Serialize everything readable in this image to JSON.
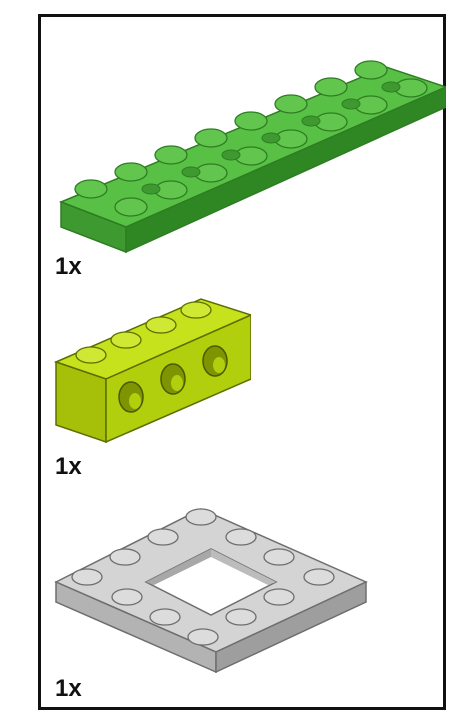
{
  "parts": [
    {
      "name": "green-technic-plate-2x8",
      "quantity": "1x",
      "color": "#4bb43a"
    },
    {
      "name": "lime-technic-brick-1x4",
      "quantity": "1x",
      "color": "#b9d60f"
    },
    {
      "name": "gray-plate-4x4-open-center",
      "quantity": "1x",
      "color": "#c8c8c8"
    }
  ]
}
